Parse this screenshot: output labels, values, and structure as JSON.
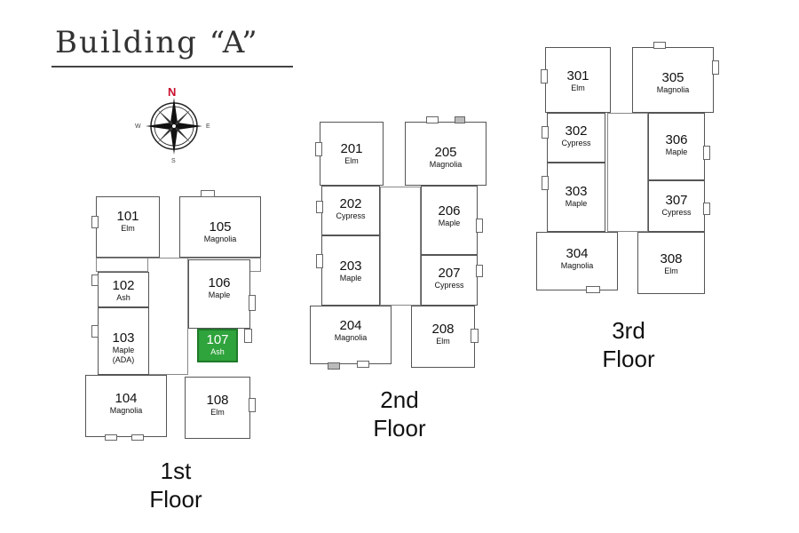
{
  "title": "Building “A”",
  "compass": {
    "n": "N",
    "w": "W",
    "e": "E",
    "s": "S",
    "n_color": "#c8102e"
  },
  "highlight_color": "#2fa33c",
  "floors": [
    {
      "line1": "1st",
      "line2": "Floor",
      "rooms": [
        {
          "num": "101",
          "type": "Elm"
        },
        {
          "num": "102",
          "type": "Ash"
        },
        {
          "num": "103",
          "type": "Maple (ADA)"
        },
        {
          "num": "104",
          "type": "Magnolia"
        },
        {
          "num": "105",
          "type": "Magnolia"
        },
        {
          "num": "106",
          "type": "Maple"
        },
        {
          "num": "107",
          "type": "Ash",
          "highlighted": true
        },
        {
          "num": "108",
          "type": "Elm"
        }
      ]
    },
    {
      "line1": "2nd",
      "line2": "Floor",
      "rooms": [
        {
          "num": "201",
          "type": "Elm"
        },
        {
          "num": "202",
          "type": "Cypress"
        },
        {
          "num": "203",
          "type": "Maple"
        },
        {
          "num": "204",
          "type": "Magnolia"
        },
        {
          "num": "205",
          "type": "Magnolia"
        },
        {
          "num": "206",
          "type": "Maple"
        },
        {
          "num": "207",
          "type": "Cypress"
        },
        {
          "num": "208",
          "type": "Elm"
        }
      ]
    },
    {
      "line1": "3rd",
      "line2": "Floor",
      "rooms": [
        {
          "num": "301",
          "type": "Elm"
        },
        {
          "num": "302",
          "type": "Cypress"
        },
        {
          "num": "303",
          "type": "Maple"
        },
        {
          "num": "304",
          "type": "Magnolia"
        },
        {
          "num": "305",
          "type": "Magnolia"
        },
        {
          "num": "306",
          "type": "Maple"
        },
        {
          "num": "307",
          "type": "Cypress"
        },
        {
          "num": "308",
          "type": "Elm"
        }
      ]
    }
  ]
}
